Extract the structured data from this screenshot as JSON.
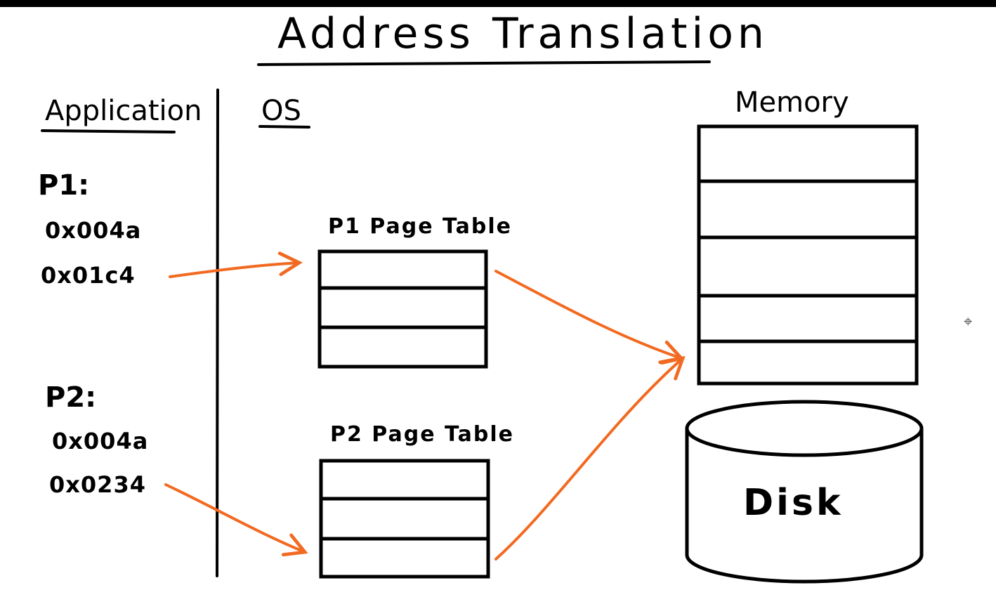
{
  "title": "Address Translation",
  "columns": {
    "application": "Application",
    "os": "OS",
    "memory": "Memory"
  },
  "processes": [
    {
      "label": "P1:",
      "addresses": [
        "0x004a",
        "0x01c4"
      ]
    },
    {
      "label": "P2:",
      "addresses": [
        "0x004a",
        "0x0234"
      ]
    }
  ],
  "page_tables": [
    {
      "label": "P1 Page Table",
      "rows": 3
    },
    {
      "label": "P2 Page Table",
      "rows": 3
    }
  ],
  "memory": {
    "rows": 5
  },
  "disk": {
    "label": "Disk"
  },
  "colors": {
    "ink": "#000000",
    "arrow": "#f26a21"
  },
  "icons": [
    "cursor-icon"
  ]
}
